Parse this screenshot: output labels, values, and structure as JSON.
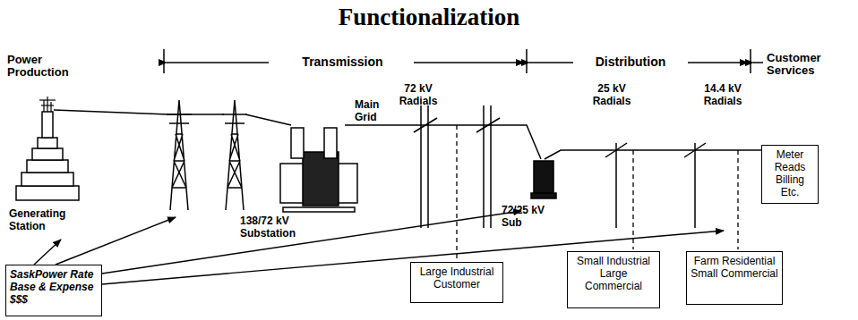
{
  "diagram": {
    "title": "Functionalization",
    "nodes": [
      {
        "text": [
          "SaskPower Rate Base & Expense $$$"
        ]
      },
      {
        "text": [
          "Large Industrial Customer"
        ]
      },
      {
        "text": [
          "Small Industrial Large Commercial"
        ]
      },
      {
        "text": [
          "Farm Residential Small Commercial"
        ]
      },
      {
        "text": [
          "Meter Reads Billing Etc."
        ]
      }
    ],
    "labels": [
      "Power Production",
      "Transmission",
      "Distribution",
      "Customer Services",
      "72 kV Radials",
      "Main Grid",
      "25 kV Radials",
      "14.4 kV Radials",
      "Generating Station",
      "138/72 kV Substation",
      "72/25 kV Sub"
    ]
  }
}
